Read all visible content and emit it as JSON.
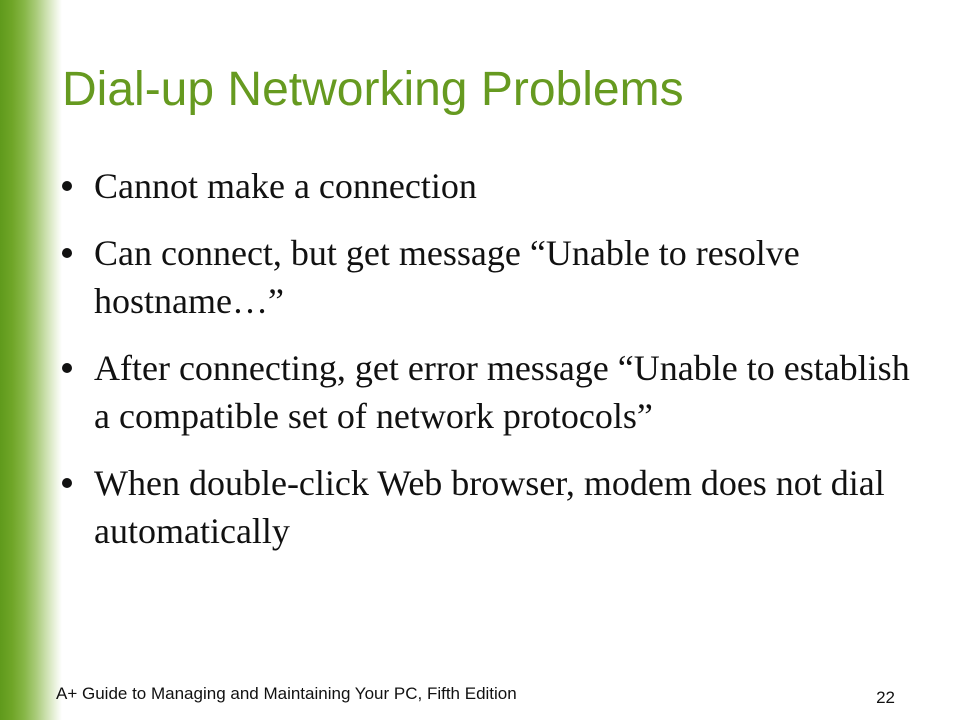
{
  "slide": {
    "title": "Dial-up Networking Problems",
    "bullets": [
      "Cannot make a connection",
      "Can connect, but get message “Unable to resolve hostname…”",
      "After connecting, get error message “Unable to establish a compatible set of network protocols”",
      "When double-click Web browser, modem does not dial automatically"
    ],
    "footer": "A+ Guide to Managing and Maintaining Your PC, Fifth Edition",
    "page_number": "22"
  },
  "colors": {
    "accent_green": "#669a20",
    "text": "#111111",
    "background": "#ffffff"
  }
}
